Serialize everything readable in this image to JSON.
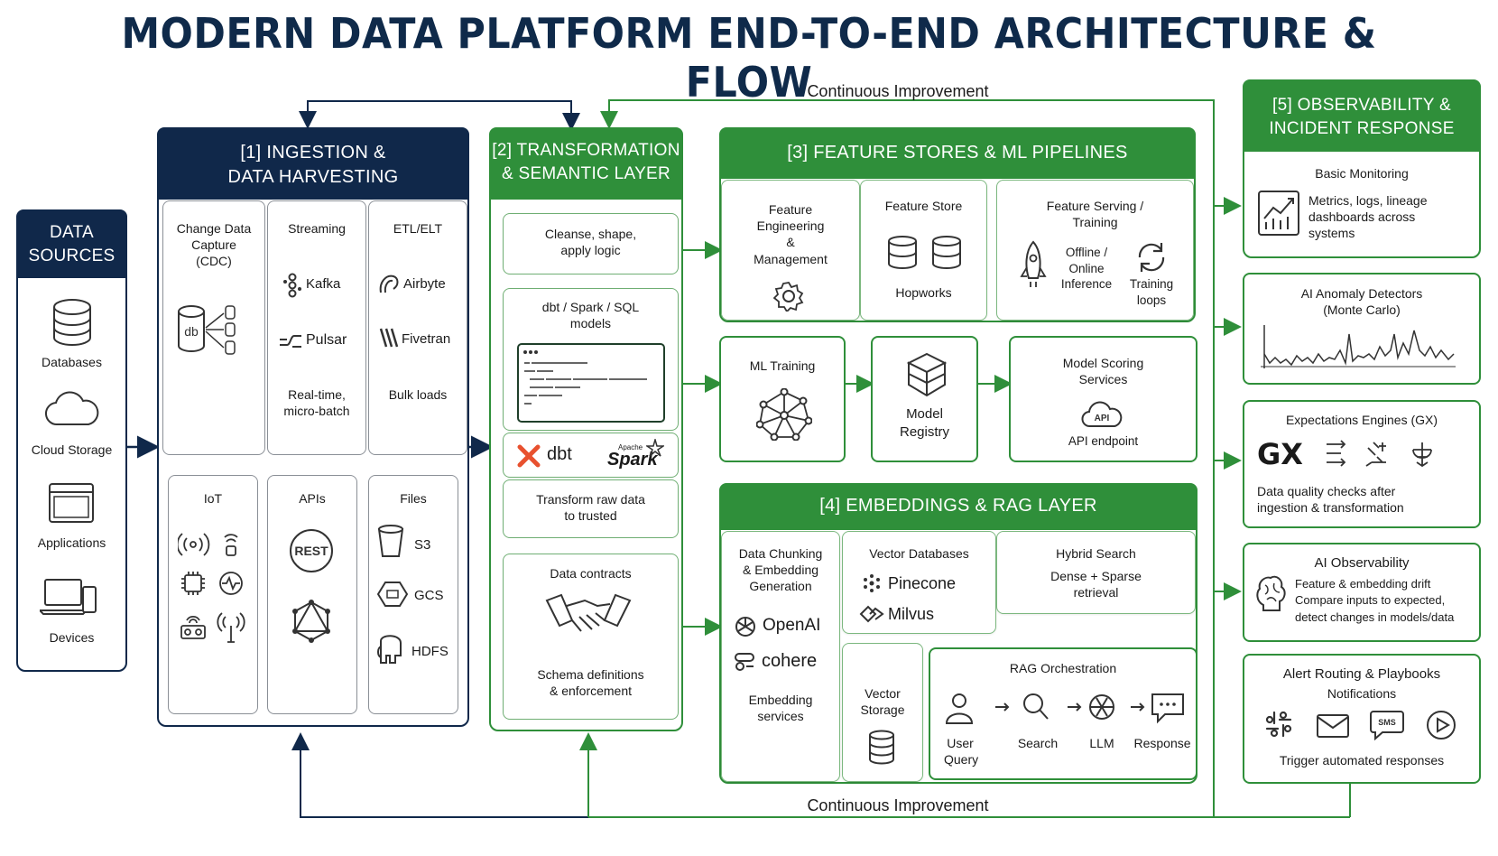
{
  "title": "MODERN DATA PLATFORM END-TO-END ARCHITECTURE & FLOW",
  "colors": {
    "navy": "#10284a",
    "green": "#2f8f3a"
  },
  "feedback": {
    "top": "Continuous Improvement",
    "bottom": "Continuous Improvement"
  },
  "sources": {
    "title_line1": "DATA",
    "title_line2": "SOURCES",
    "items": [
      "Databases",
      "Cloud Storage",
      "Applications",
      "Devices"
    ],
    "icons": [
      "database-icon",
      "cloud-icon",
      "application-window-icon",
      "devices-icon"
    ]
  },
  "ingestion": {
    "title_line1": "[1]  INGESTION &",
    "title_line2": "DATA HARVESTING",
    "cdc": {
      "line1": "Change Data",
      "line2": "Capture",
      "line3": "(CDC)",
      "db_label": "db"
    },
    "streaming": {
      "title": "Streaming",
      "kafka": "Kafka",
      "pulsar": "Pulsar",
      "note_line1": "Real-time,",
      "note_line2": "micro-batch"
    },
    "etl": {
      "title": "ETL/ELT",
      "airbyte": "Airbyte",
      "fivetran": "Fivetran",
      "note": "Bulk loads"
    },
    "iot": {
      "title": "IoT"
    },
    "apis": {
      "title": "APIs",
      "rest": "REST"
    },
    "files": {
      "title": "Files",
      "s3": "S3",
      "gcs": "GCS",
      "hdfs": "HDFS"
    }
  },
  "transformation": {
    "title_line1": "[2]  TRANSFORMATION",
    "title_line2": "& SEMANTIC LAYER",
    "cleanse_line1": "Cleanse, shape,",
    "cleanse_line2": "apply logic",
    "models_line1": "dbt / Spark / SQL",
    "models_line2": "models",
    "dbt": "dbt",
    "spark": "Spark",
    "apache": "Apache",
    "transform_line1": "Transform raw data",
    "transform_line2": "to trusted",
    "contracts_title": "Data contracts",
    "contracts_line1": "Schema definitions",
    "contracts_line2": "& enforcement"
  },
  "feature_ml": {
    "title": "[3]  FEATURE STORES & ML PIPELINES",
    "fe_line1": "Feature",
    "fe_line2": "Engineering",
    "fe_line3": "&",
    "fe_line4": "Management",
    "fs_title": "Feature Store",
    "fs_sub": "Hopworks",
    "serving_line1": "Feature Serving /",
    "serving_line2": "Training",
    "offline_line1": "Offline /",
    "offline_line2": "Online",
    "offline_line3": "Inference",
    "loops_line1": "Training",
    "loops_line2": "loops",
    "training": "ML Training",
    "registry_line1": "Model",
    "registry_line2": "Registry",
    "scoring_line1": "Model Scoring",
    "scoring_line2": "Services",
    "api_badge": "API",
    "api_endpoint": "API endpoint"
  },
  "rag": {
    "title": "[4]  EMBEDDINGS & RAG LAYER",
    "chunk_line1": "Data Chunking",
    "chunk_line2": "& Embedding",
    "chunk_line3": "Generation",
    "openai": "OpenAI",
    "cohere": "cohere",
    "emb_line1": "Embedding",
    "emb_line2": "services",
    "vdb_title": "Vector Databases",
    "pinecone": "Pinecone",
    "milvus": "Milvus",
    "hybrid_title": "Hybrid Search",
    "hybrid_line1": "Dense + Sparse",
    "hybrid_line2": "retrieval",
    "vstore_line1": "Vector",
    "vstore_line2": "Storage",
    "orch_title": "RAG Orchestration",
    "steps": [
      "User Query",
      "Search",
      "LLM",
      "Response"
    ]
  },
  "observability": {
    "title_line1": "[5]  OBSERVABILITY &",
    "title_line2": "INCIDENT RESPONSE",
    "basic_title": "Basic Monitoring",
    "basic_line1": "Metrics, logs, lineage",
    "basic_line2": "dashboards across",
    "basic_line3": "systems",
    "anomaly_line1": "AI Anomaly Detectors",
    "anomaly_line2": "(Monte Carlo)",
    "gx_title": "Expectations Engines (GX)",
    "gx_logo": "GX",
    "gx_line1": "Data quality checks after",
    "gx_line2": "ingestion & transformation",
    "aiobs_title": "AI Observability",
    "aiobs_line1": "Feature & embedding drift",
    "aiobs_line2": "Compare inputs to expected,",
    "aiobs_line3": "detect changes in models/data",
    "alert_title": "Alert Routing & Playbooks",
    "alert_sub": "Notifications",
    "sms": "SMS",
    "alert_note": "Trigger automated responses"
  }
}
